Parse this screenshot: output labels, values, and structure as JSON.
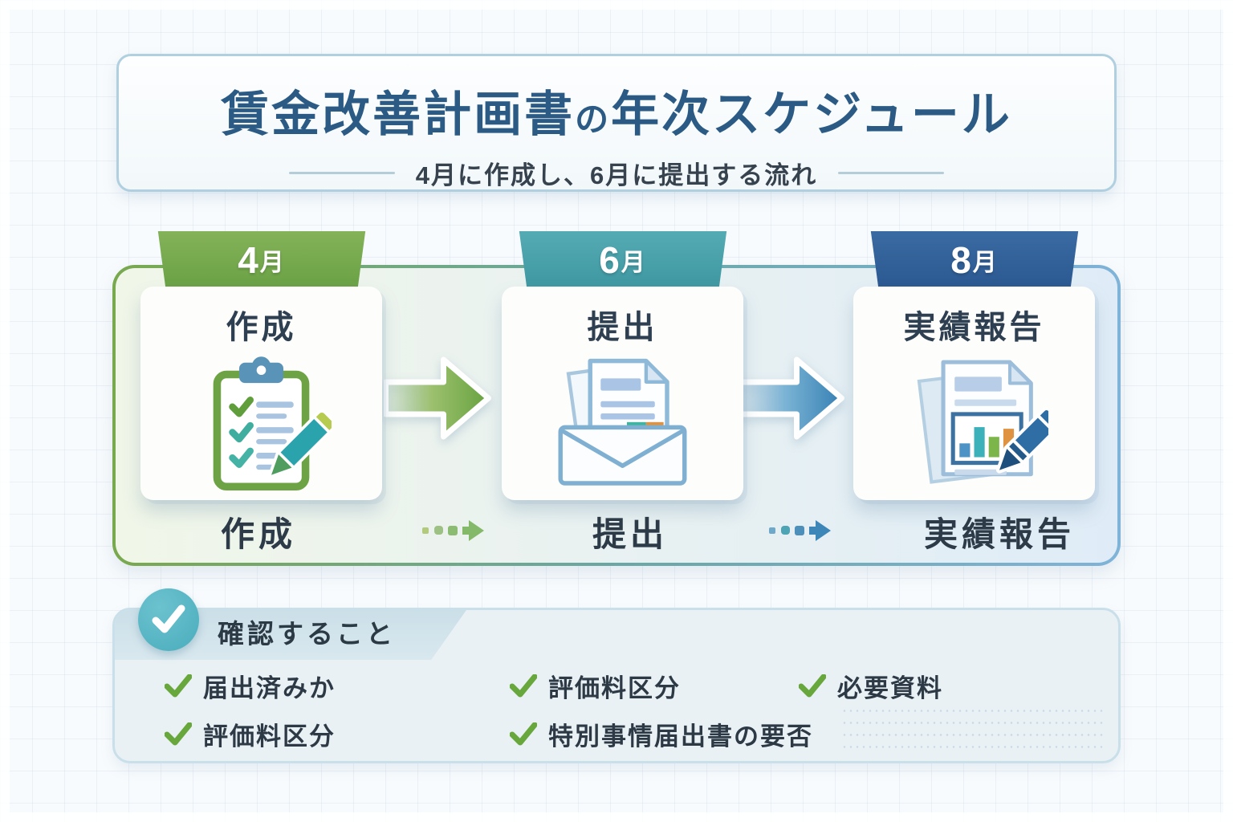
{
  "header": {
    "title_main": "賃金改善計画書",
    "title_particle": "の",
    "title_rest": "年次スケジュール",
    "subtitle": "4月に作成し、6月に提出する流れ"
  },
  "timeline": {
    "steps": [
      {
        "month": "4",
        "month_suffix": "月",
        "label": "作成",
        "footer_label": "作成",
        "icon": "clipboard-checklist-icon",
        "accent_color": "#6da348"
      },
      {
        "month": "6",
        "month_suffix": "月",
        "label": "提出",
        "footer_label": "提出",
        "icon": "envelope-documents-icon",
        "accent_color": "#449ca6"
      },
      {
        "month": "8",
        "month_suffix": "月",
        "label": "実績報告",
        "footer_label": "実績報告",
        "icon": "report-chart-pen-icon",
        "accent_color": "#2e5e94"
      }
    ],
    "arrows": [
      {
        "from": "4月",
        "to": "6月",
        "style": "solid-gradient",
        "color": "#67a23f"
      },
      {
        "from": "6月",
        "to": "8月",
        "style": "solid-gradient",
        "color": "#3680b4"
      }
    ],
    "dotted_arrows": [
      {
        "from": "作成",
        "to": "提出",
        "color": "#8cbb72"
      },
      {
        "from": "提出",
        "to": "実績報告",
        "color": "#3d86b8"
      }
    ]
  },
  "checklist": {
    "header": "確認すること",
    "check_color": "#68a73c",
    "badge_color": "#4aadbc",
    "columns": [
      {
        "items": [
          "届出済みか",
          "評価料区分"
        ]
      },
      {
        "items": [
          "評価料区分",
          "特別事情届出書の要否"
        ]
      },
      {
        "items": [
          "必要資料"
        ]
      }
    ]
  },
  "colors": {
    "title_text": "#2b5b84",
    "body_text": "#2d3b48",
    "panel_border_left": "#79a94e",
    "panel_border_right": "#7fb3d8",
    "tab_green": "#6da348",
    "tab_teal": "#3e97a1",
    "tab_blue": "#2b5890"
  }
}
